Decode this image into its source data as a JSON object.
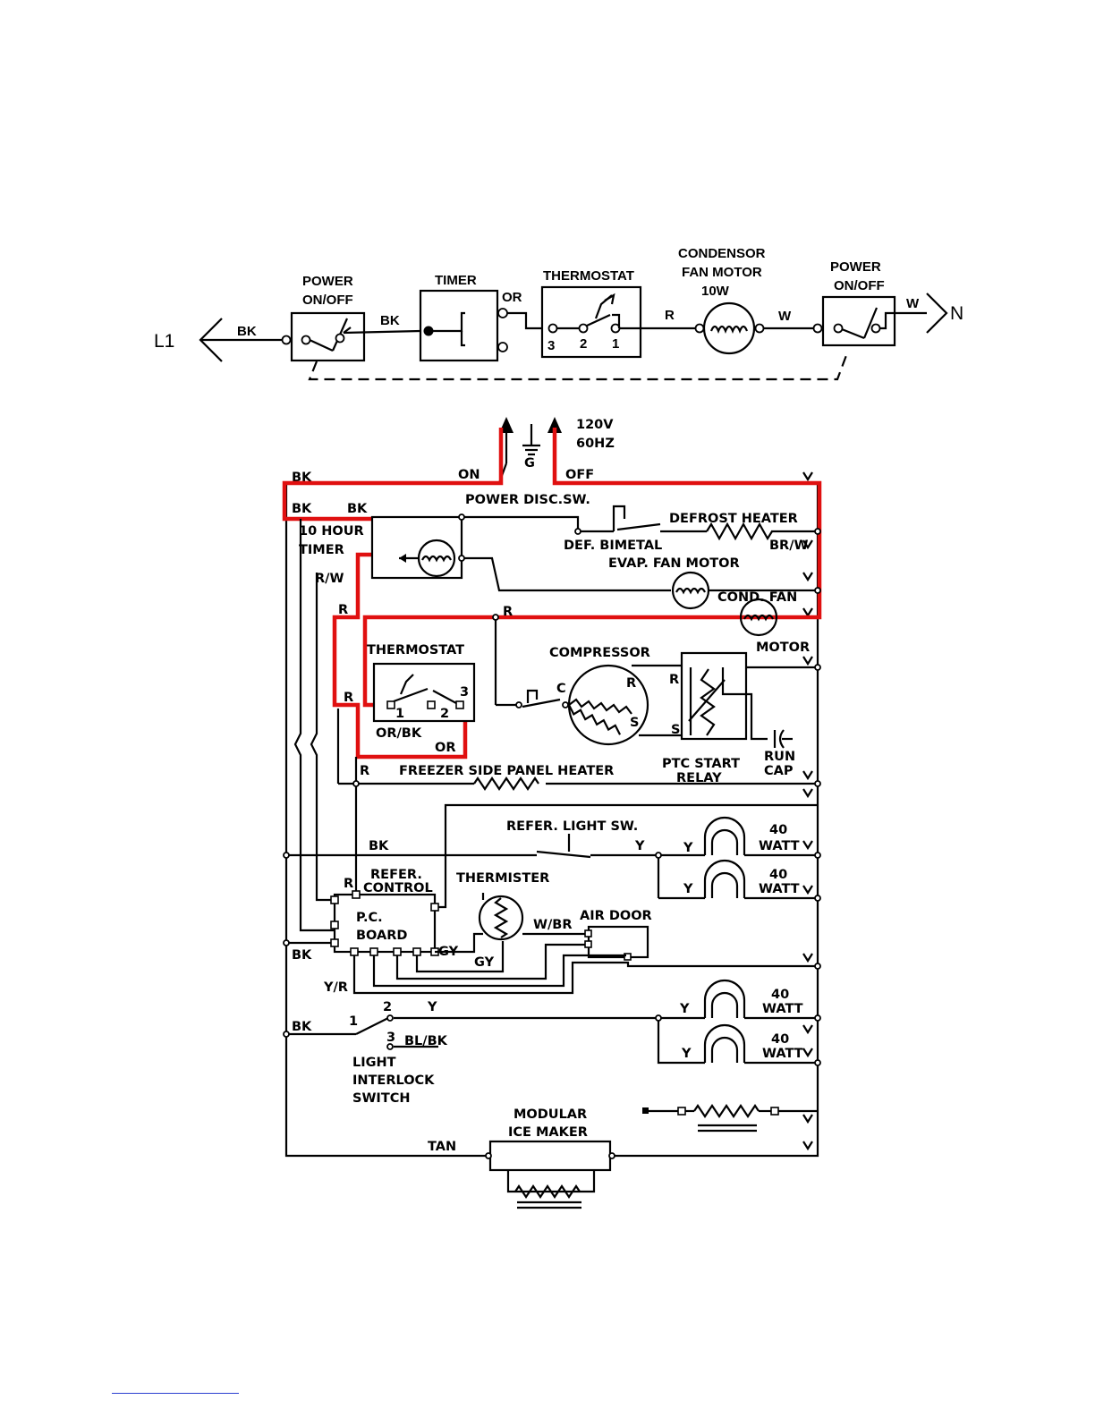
{
  "top_diagram": {
    "l1": "L1",
    "n": "N",
    "power_left": [
      "POWER",
      "ON/OFF"
    ],
    "timer": "TIMER",
    "thermostat": "THERMOSTAT",
    "condensor": [
      "CONDENSOR",
      "FAN MOTOR",
      "10W"
    ],
    "power_right": [
      "POWER",
      "ON/OFF"
    ],
    "wire_bk1": "BK",
    "wire_bk2": "BK",
    "wire_or": "OR",
    "wire_r": "R",
    "wire_w1": "W",
    "wire_w2": "W",
    "term_3": "3",
    "term_2": "2",
    "term_1": "1"
  },
  "main_diagram": {
    "supply": [
      "120V",
      "60HZ"
    ],
    "g": "G",
    "on": "ON",
    "off": "OFF",
    "bk_top": "BK",
    "power_disc": "POWER DISC.SW.",
    "bk_a": "BK",
    "bk_b": "BK",
    "timer": [
      "10 HOUR",
      "TIMER"
    ],
    "defrost_heater": "DEFROST HEATER",
    "def_bimetal": "DEF. BIMETAL",
    "br_w": "BR/W",
    "evap_fan": "EVAP. FAN MOTOR",
    "r_w": "R/W",
    "cond_fan": "COND. FAN",
    "r_a": "R",
    "r_b": "R",
    "motor": "MOTOR",
    "thermostat": "THERMOSTAT",
    "compressor": "COMPRESSOR",
    "r_c": "R",
    "t1": "1",
    "t2": "2",
    "t3": "3",
    "or_bk": "OR/BK",
    "or": "OR",
    "c": "C",
    "comp_r": "R",
    "comp_s": "S",
    "relay_r": "R",
    "relay_s": "S",
    "ptc": [
      "PTC START",
      "RELAY"
    ],
    "run_cap": [
      "RUN",
      "CAP"
    ],
    "r_d": "R",
    "freezer_heater": "FREEZER SIDE PANEL HEATER",
    "refer_light_sw": "REFER.  LIGHT  SW.",
    "bk_c": "BK",
    "y1": "Y",
    "y2": "Y",
    "watt40a": [
      "40",
      "WATT"
    ],
    "refer_control": [
      "REFER.",
      "CONTROL"
    ],
    "r_e": "R",
    "thermister": "THERMISTER",
    "y3": "Y",
    "watt40b": [
      "40",
      "WATT"
    ],
    "pc_board": [
      "P.C.",
      "BOARD"
    ],
    "w_br": "W/BR",
    "air_door": "AIR DOOR",
    "gy1": "GY",
    "gy2": "GY",
    "bk_d": "BK",
    "y_r": "Y/R",
    "sw2": "2",
    "y4": "Y",
    "y5": "Y",
    "watt40c": [
      "40",
      "WATT"
    ],
    "bk_e": "BK",
    "sw1": "1",
    "sw3": "3",
    "bl_bk": "BL/BK",
    "y6": "Y",
    "watt40d": [
      "40",
      "WATT"
    ],
    "light_interlock": [
      "LIGHT",
      "INTERLOCK",
      "SWITCH"
    ],
    "ice_maker": [
      "MODULAR",
      "ICE MAKER"
    ],
    "tan": "TAN"
  }
}
